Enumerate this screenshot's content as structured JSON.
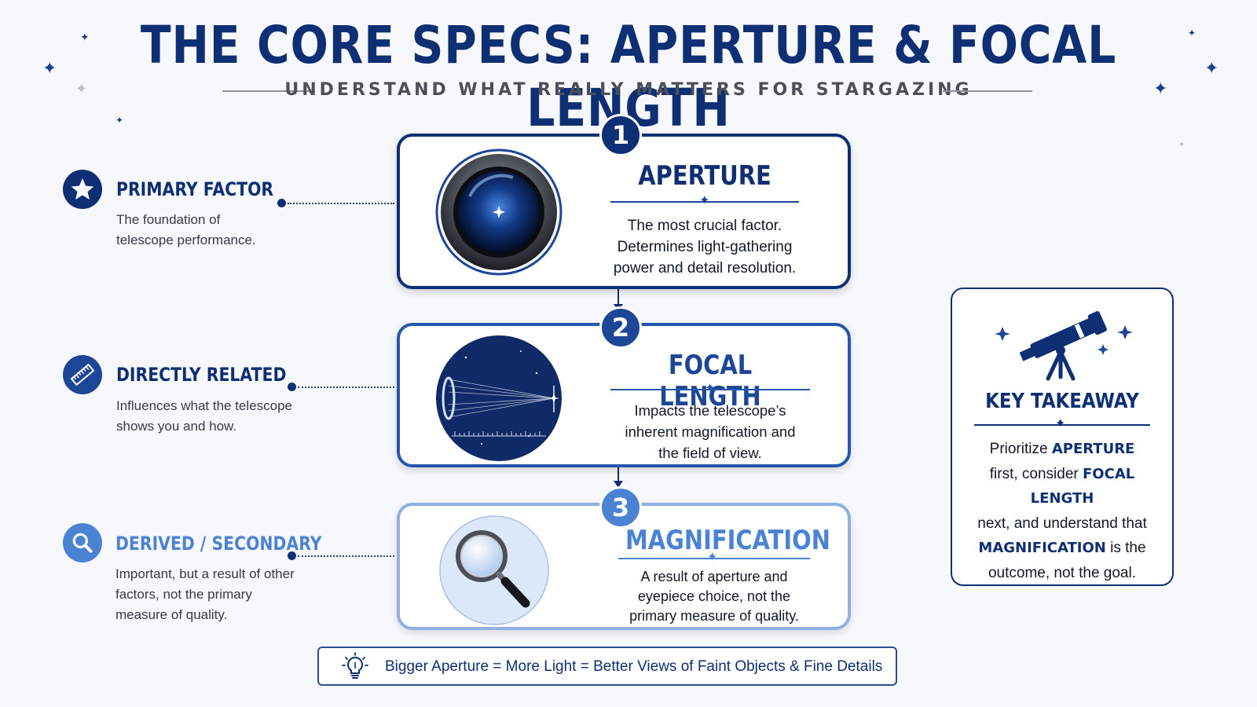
{
  "header": {
    "title": "THE CORE SPECS: APERTURE & FOCAL LENGTH",
    "subtitle": "UNDERSTAND WHAT REALLY MATTERS FOR STARGAZING"
  },
  "labels": [
    {
      "heading": "PRIMARY FACTOR",
      "body": "The foundation of telescope performance.",
      "icon": "star-badge-icon",
      "color": "#0e2f73"
    },
    {
      "heading": "DIRECTLY RELATED",
      "body": "Influences what the telescope shows you and how.",
      "icon": "ruler-icon",
      "color": "#1d4796"
    },
    {
      "heading": "DERIVED / SECONDARY",
      "body": "Important, but a result of other factors, not the primary measure of quality.",
      "icon": "magnifier-icon",
      "color": "#4b82d4"
    }
  ],
  "cards": [
    {
      "number": "1",
      "title": "APERTURE",
      "body": "The most crucial factor. Determines light-gathering power and detail resolution.",
      "icon": "telescope-lens-icon",
      "color": "#0e2f73"
    },
    {
      "number": "2",
      "title": "FOCAL LENGTH",
      "body": "Impacts the telescope’s inherent magnification and the field of view.",
      "icon": "focal-light-path-icon",
      "color": "#1d4796"
    },
    {
      "number": "3",
      "title": "MAGNIFICATION",
      "body": "A result of aperture and eyepiece choice, not the primary measure of quality.",
      "icon": "magnifying-glass-icon",
      "color": "#4b82d4"
    }
  ],
  "takeaway": {
    "title": "KEY TAKEAWAY",
    "p1": "Prioritize",
    "k1": "APERTURE",
    "p2": "first, consider",
    "k2": "FOCAL LENGTH",
    "p3": "next, and understand that",
    "k3": "MAGNIFICATION",
    "p4": "is the outcome, not the goal.",
    "icon": "telescope-icon"
  },
  "footer": {
    "text": "Bigger Aperture = More Light = Better Views of Faint Objects & Fine Details",
    "icon": "lightbulb-icon"
  }
}
